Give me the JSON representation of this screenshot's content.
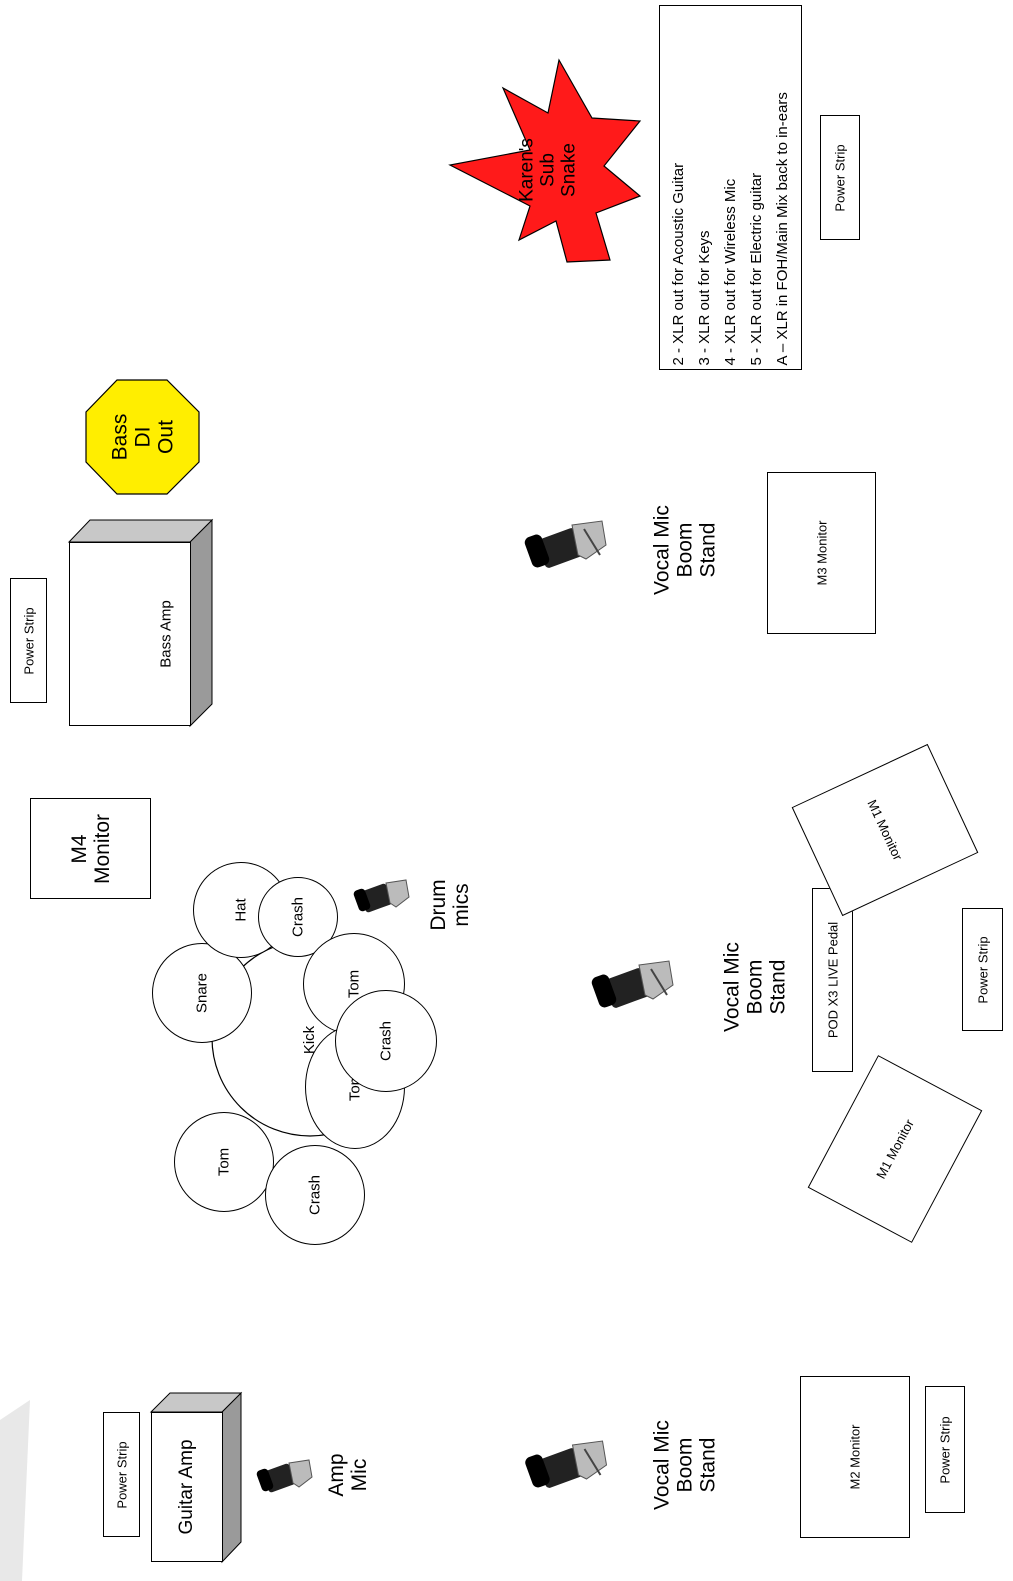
{
  "labels": {
    "power_strip": "Power Strip",
    "bass_amp": "Bass Amp",
    "bass_di_line1": "Bass",
    "bass_di_line2": "DI",
    "bass_di_line3": "Out",
    "sub_snake_line1": "Karen's",
    "sub_snake_line2": "Sub",
    "sub_snake_line3": "Snake",
    "m4_line1": "M4",
    "m4_line2": "Monitor",
    "m3_monitor": "M3 Monitor",
    "m1_monitor": "M1 Monitor",
    "m2_monitor": "M2 Monitor",
    "guitar_amp": "Guitar Amp",
    "pod_pedal": "POD X3 LIVE Pedal",
    "vocal_line1": "Vocal Mic",
    "vocal_line2": "Boom",
    "vocal_line3": "Stand",
    "drum_mics_line1": "Drum",
    "drum_mics_line2": "mics",
    "amp_mic_line1": "Amp",
    "amp_mic_line2": "Mic"
  },
  "drums": {
    "kick": "Kick",
    "snare": "Snare",
    "hat": "Hat",
    "crash": "Crash",
    "tom": "Tom"
  },
  "snake_notes": [
    "2 - XLR out for Acoustic Guitar",
    "3 - XLR out for Keys",
    "4 - XLR out for Wireless Mic",
    "5 - XLR out for  Electric guitar",
    "A – XLR in FOH/Main Mix back to in-ears"
  ],
  "colors": {
    "snake_fill": "#ff1a1a",
    "di_fill": "#ffee00",
    "amp_side": "#9a9a9a"
  },
  "icons": {
    "mic": "microphone-icon"
  }
}
